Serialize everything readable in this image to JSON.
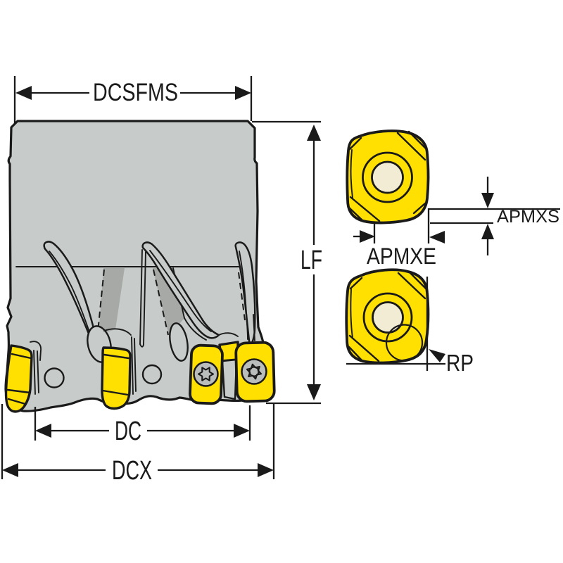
{
  "drawing": {
    "labels": {
      "dcsfms": "DCSFMS",
      "lf": "LF",
      "dc": "DC",
      "dcx": "DCX",
      "apmxs": "APMXS",
      "apmxe": "APMXE",
      "rp": "RP"
    }
  },
  "colors": {
    "paper": "#ffffff",
    "line": "#1a1a1a",
    "body-gray": "#c7cbca",
    "shade-gray": "#a6a9a6",
    "insert-yellow": "#ffe000",
    "hole-cream": "#f2ecd4",
    "screw-gray": "#b9bdbc"
  }
}
